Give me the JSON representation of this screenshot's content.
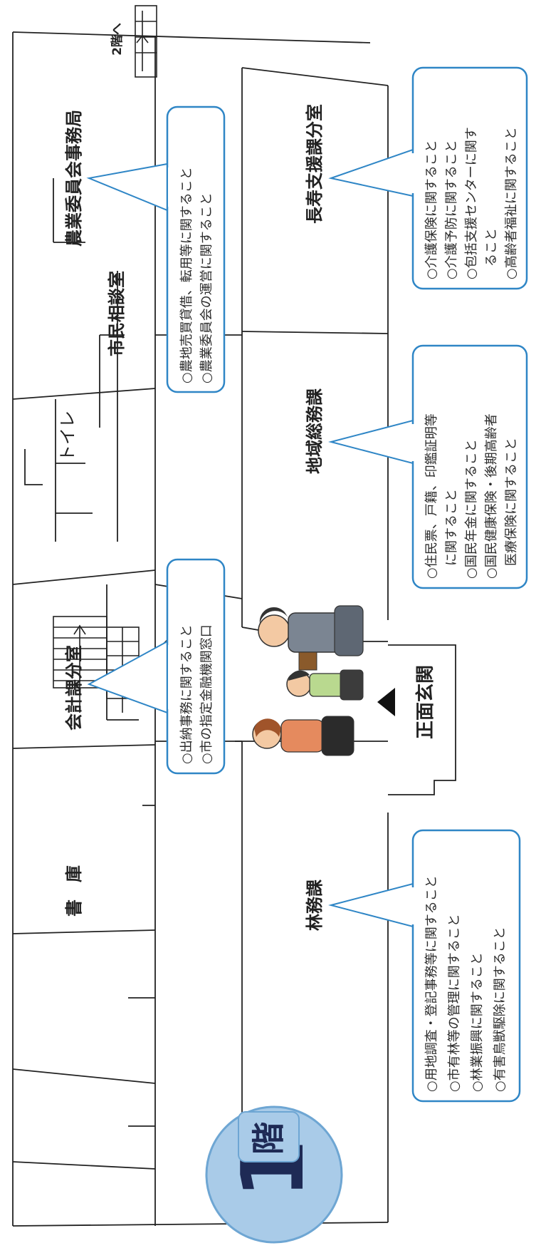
{
  "floor_badge": {
    "number": "1",
    "label": "階"
  },
  "rooms": {
    "shoko": "書　庫",
    "kaikei": "会計課分室",
    "toilet": "トイレ",
    "shimin_sodan": "市民相談室",
    "nogyo": "農業委員会事務局",
    "choju": "長寿支援課分室",
    "chiiki": "地域総務課",
    "rimu": "林務課",
    "genkan": "正面玄関"
  },
  "stairs": {
    "stair1": "2階へ",
    "stair2": "2階へ"
  },
  "callouts": {
    "kaikei": [
      "○出納事務に関すること",
      "○市の指定金融機関窓口"
    ],
    "nogyo": [
      "○農地売買貸借、転用等に関すること",
      "○農業委員会の運営に関すること"
    ],
    "choju": [
      "○介護保険に関すること",
      "○介護予防に関すること",
      "○包括支援センターに関す",
      "　ること",
      "○高齢者福祉に関すること"
    ],
    "chiiki": [
      "○住民票、戸籍、印鑑証明等",
      "　に関すること",
      "○国民年金に関すること",
      "○国民健康保険・後期高齢者",
      "　医療保険に関すること"
    ],
    "rimu": [
      "○用地調査・登記事務等に関すること",
      "○市有林等の管理に関すること",
      "○林業振興に関すること",
      "○有害鳥獣駆除に関すること"
    ]
  },
  "colors": {
    "bubble_border": "#2f86c6",
    "bubble_fill": "#ffffff",
    "badge_fill": "#a9cbe8",
    "badge_text": "#1e2a55",
    "line": "#222222"
  }
}
